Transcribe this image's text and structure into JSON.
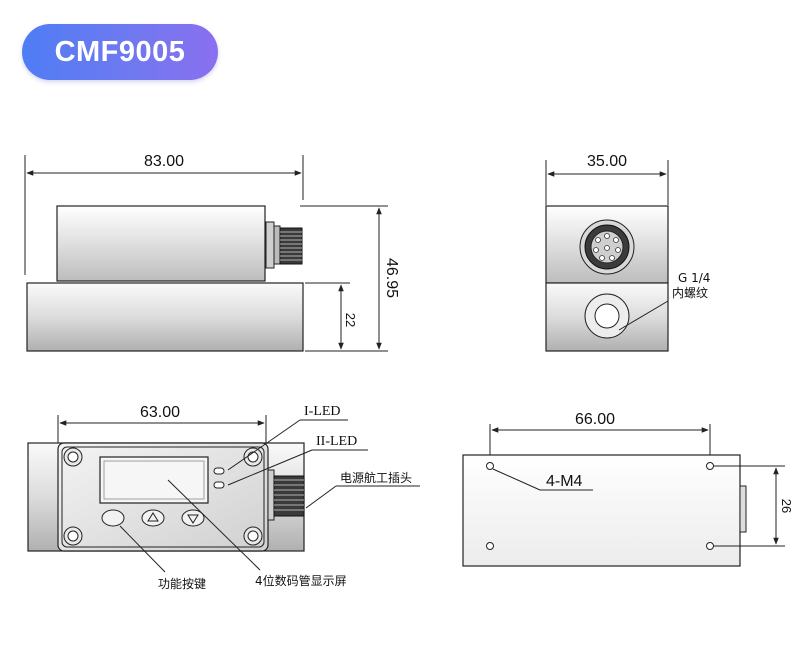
{
  "title": "CMF9005",
  "side_view": {
    "width_dim": "83.00",
    "height_dim": "46.95",
    "base_dim": "22"
  },
  "end_view": {
    "width_dim": "35.00",
    "thread_label_line1": "G 1/4",
    "thread_label_line2": "内螺纹"
  },
  "front_view": {
    "width_dim": "63.00",
    "i_led": "I-LED",
    "ii_led": "II-LED",
    "connector": "电源航工插头",
    "keys": "功能按键",
    "display": "4位数码管显示屏"
  },
  "bottom_view": {
    "width_dim": "66.00",
    "height_dim": "26",
    "holes": "4-M4"
  },
  "colors": {
    "badge_start": "#4f7df5",
    "badge_end": "#8a6ff0",
    "line": "#222222"
  }
}
